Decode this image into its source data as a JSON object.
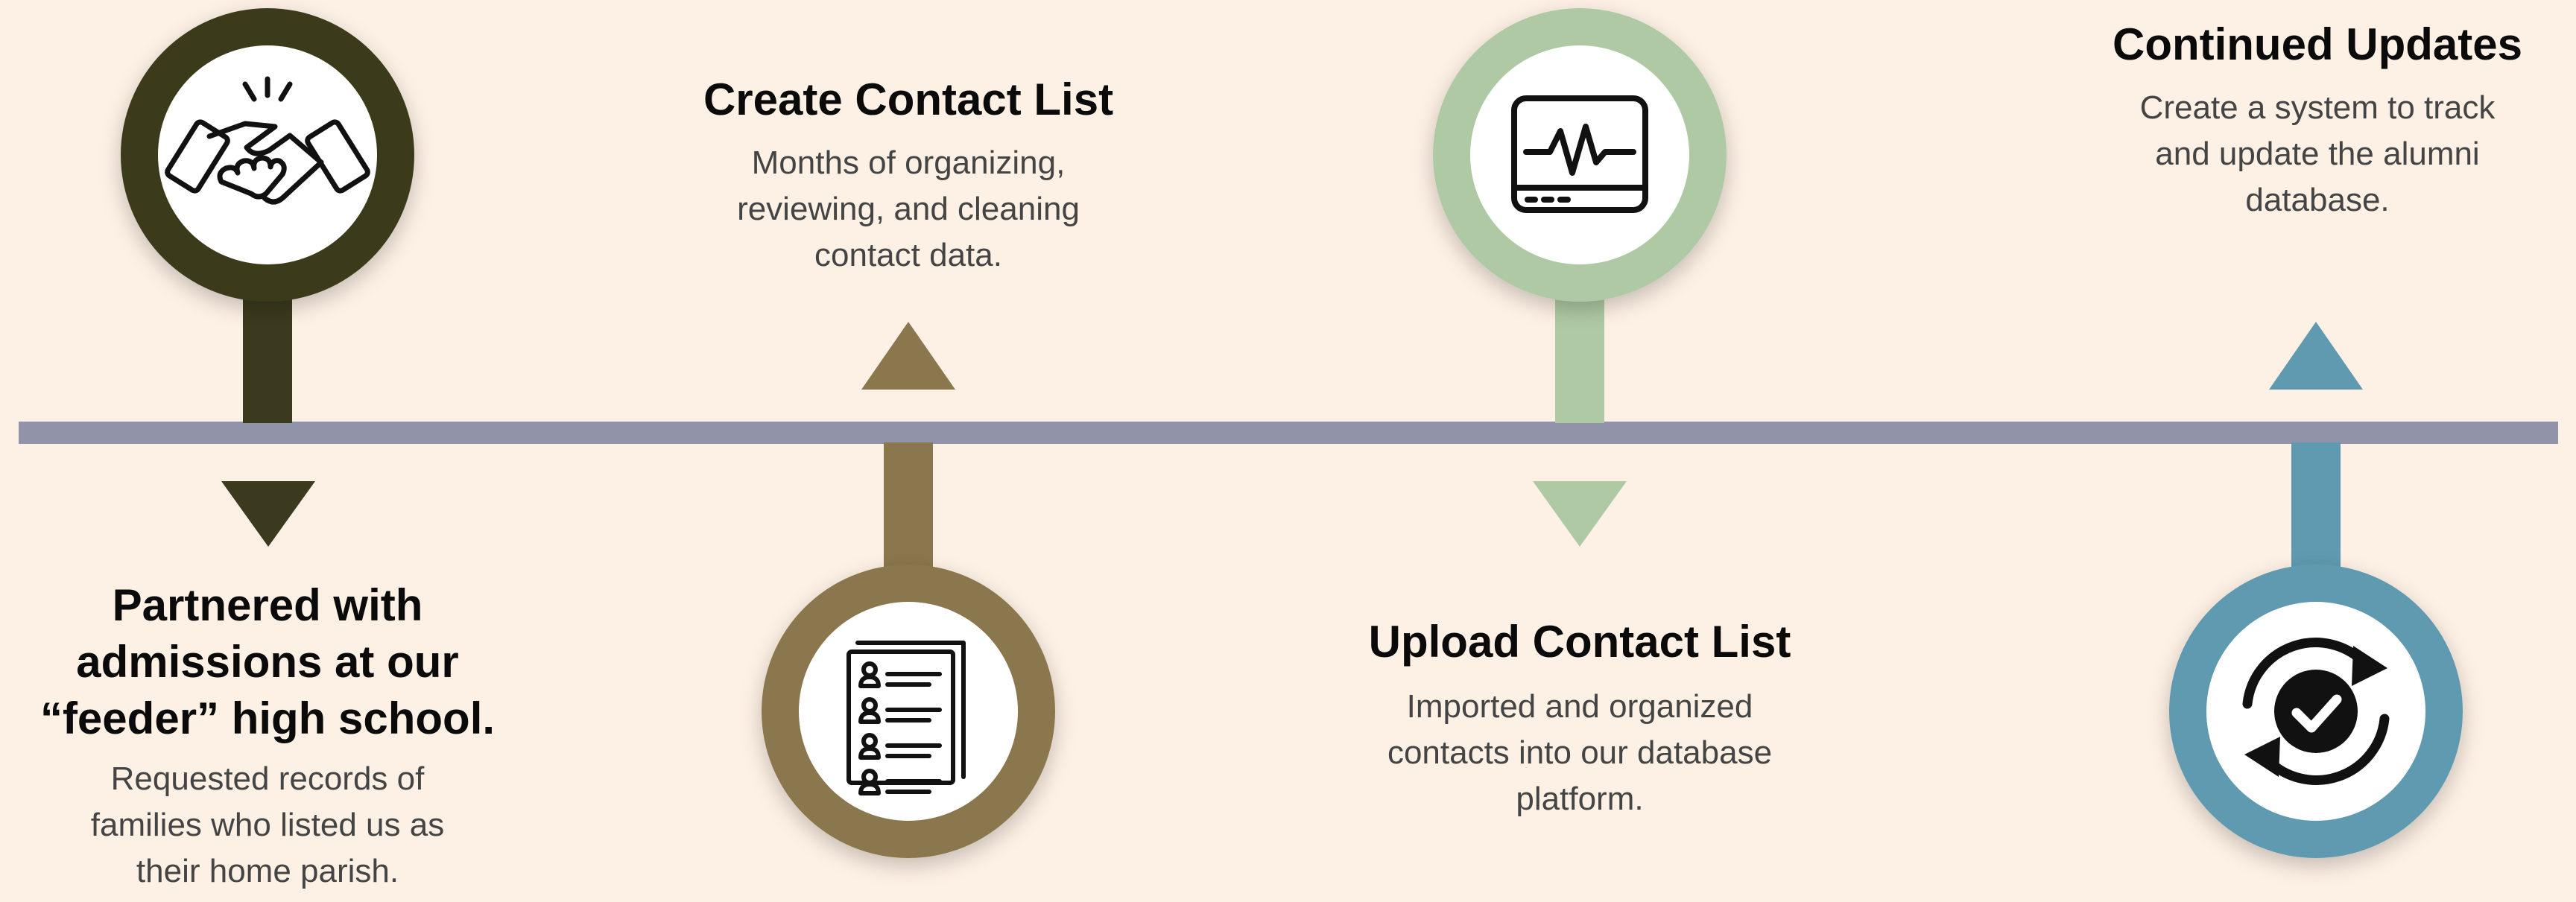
{
  "colors": {
    "background": "#fdf0e4",
    "timeline_bar": "#9194a9",
    "step1": "#3b3a1e",
    "step2": "#8b774d",
    "step3": "#afc9a4",
    "step4": "#5f9ab0",
    "icon_circle": "#ffffff",
    "icon_stroke": "#111111"
  },
  "steps": [
    {
      "title": "Partnered with admissions at our “feeder” high school.",
      "description": "Requested records of families who listed us as their home parish.",
      "icon": "handshake-icon"
    },
    {
      "title": "Create Contact List",
      "description": "Months of organizing, reviewing, and cleaning contact data.",
      "icon": "contact-list-icon"
    },
    {
      "title": "Upload Contact List",
      "description": "Imported and organized contacts into our database platform.",
      "icon": "monitor-pulse-icon"
    },
    {
      "title": "Continued Updates",
      "description": "Create a system to track and update the alumni database.",
      "icon": "sync-check-icon"
    }
  ]
}
